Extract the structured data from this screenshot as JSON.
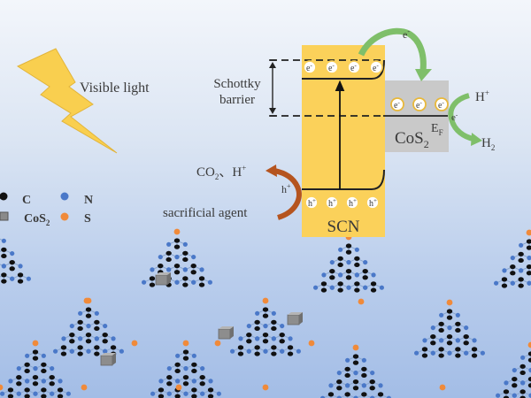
{
  "light": {
    "label": "Visible light"
  },
  "barrier": {
    "line1": "Schottky",
    "line2": "barrier"
  },
  "scn": {
    "label": "SCN",
    "electron": "e",
    "electron_sup": "-",
    "hole": "h",
    "hole_sup": "+",
    "electron_count": 4,
    "hole_count": 4
  },
  "cos2": {
    "label": "CoS",
    "label_sub": "2",
    "fermi": "E",
    "fermi_sub": "F",
    "electron_count": 3
  },
  "transfer": {
    "electron": "e",
    "electron_sup": "-"
  },
  "h2": {
    "reactant": "H",
    "reactant_sup": "+",
    "electron": "e",
    "electron_sup": "-",
    "product": "H",
    "product_sub": "2"
  },
  "oxidation": {
    "products": "CO",
    "products_sub": "2",
    "products_rest": "、H",
    "products_sup": "+",
    "hole": "h",
    "hole_sup": "+",
    "reactant": "sacrificial  agent"
  },
  "legend": {
    "items": [
      {
        "symbol": "C",
        "label": "C",
        "color": "#000000"
      },
      {
        "symbol": "N",
        "label": "N",
        "color": "#4a78c8"
      },
      {
        "symbol": "CoS2",
        "label": "CoS",
        "label_sub": "2",
        "color": "#8a8a8a"
      },
      {
        "symbol": "S",
        "label": "S",
        "color": "#f08a3a"
      }
    ]
  },
  "colors": {
    "scn": "#fbd15a",
    "cos2": "#c9c9c9",
    "bolt": "#f9cf4f",
    "green_arrow": "#7fbf6a",
    "orange_arrow": "#b5541f",
    "carbon": "#111111",
    "nitrogen": "#4a78c8",
    "sulfur": "#f08a3a",
    "bond": "#8aa6cf"
  }
}
